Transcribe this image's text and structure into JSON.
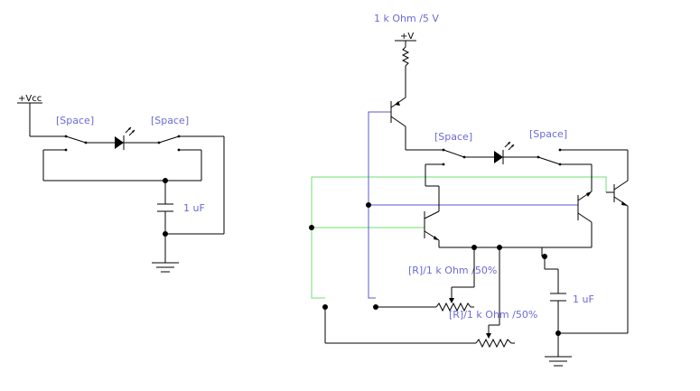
{
  "left_circuit": {
    "supply_label": "+Vcc",
    "switch1_label": "[Space]",
    "switch2_label": "[Space]",
    "capacitor_label": "1 uF"
  },
  "right_circuit": {
    "resistor_label": "1 k Ohm /5 V",
    "supply_label": "+V",
    "switch1_label": "[Space]",
    "switch2_label": "[Space]",
    "pot1_label": "[R]/1 k Ohm /50%",
    "pot2_label": "[R]/1 k Ohm /50%",
    "capacitor_label": "1 uF"
  },
  "colors": {
    "label": "#6a6ad8",
    "wire": "#000000",
    "wire_blue": "#5a5ad0",
    "wire_green": "#6ee06e"
  },
  "icons": [
    "led-icon",
    "ground-icon",
    "capacitor-icon",
    "resistor-icon",
    "potentiometer-icon",
    "npn-transistor-icon",
    "pnp-transistor-icon",
    "switch-icon"
  ]
}
